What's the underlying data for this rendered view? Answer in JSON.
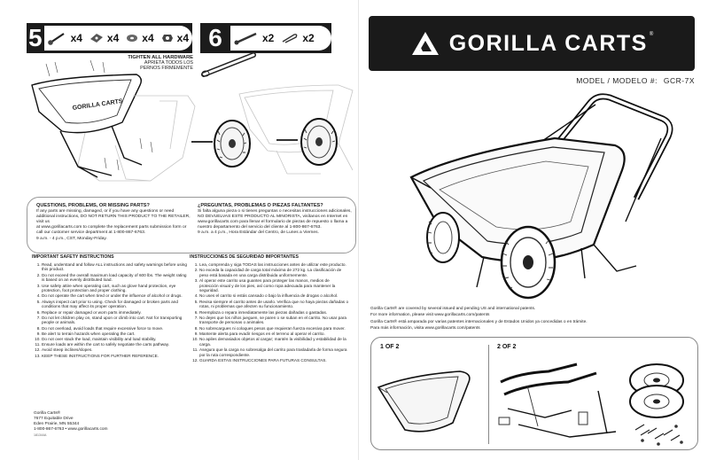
{
  "step5": {
    "number": "5",
    "hardware": [
      {
        "icon": "bolt-icon",
        "qty": "x4"
      },
      {
        "icon": "washer-square-icon",
        "qty": "x4"
      },
      {
        "icon": "washer-round-icon",
        "qty": "x4"
      },
      {
        "icon": "nut-icon",
        "qty": "x4"
      }
    ],
    "note_en": "TIGHTEN ALL HARDWARE",
    "note_es_1": "APRIETA TODOS LOS",
    "note_es_2": "PERNOS FIRMEMENTE",
    "logo_on_tub": "GORILLA CARTS"
  },
  "step6": {
    "number": "6",
    "hardware": [
      {
        "icon": "axle-pin-icon",
        "qty": "x2"
      },
      {
        "icon": "cotter-pin-icon",
        "qty": "x2"
      }
    ]
  },
  "questions_en": {
    "title": "QUESTIONS, PROBLEMS, OR MISSING PARTS?",
    "lines": [
      "If any parts are missing, damaged, or if you have any questions or need",
      "additional instructions, DO NOT RETURN THIS PRODUCT TO THE RETAILER, visit us",
      "at  www.gorillacarts.com to complete the replacement parts submission form or",
      "call our customer service department at 1-800-867-6763.",
      "9 a.m. - 4 p.m., CST, Monday-Friday."
    ]
  },
  "questions_es": {
    "title": "¿PREGUNTAS, PROBLEMAS O PIEZAS FALTANTES?",
    "lines": [
      "Si falta alguna pieza o si tienes preguntas o necesitas instrucciones adicionales,",
      "NO DEVUELVAS ESTE PRODUCTO AL MINORISTA, visítanos en Internet en",
      "www.gorillacarts.com para llenar el formulario de piezas de repuesto o llama a",
      "nuestro departamento del servicio del cliente al 1-800-867-6763.",
      "9 a.m. a 4 p.m., Hora Estándar del Centro, de Lunes a Viernes."
    ]
  },
  "safety_en": {
    "title": "IMPORTANT SAFETY INSTRUCTIONS",
    "items": [
      "Read, understand and follow ALL instructions and safety warnings before using this product.",
      "Do not exceed the overall  maximum load capacity of 600 lbs. The weight rating is based on an evenly distributed load.",
      "Use safety attire when operating cart, such as glove hand protection, eye protection, foot protection and proper clothing.",
      "Do not operate the cart when tired or under the influence of alcohol or drugs.",
      "Always inspect cart prior to using.  Check for damaged or broken parts and conditions that may affect its proper operation.",
      "Replace or repair damaged or worn parts immediately.",
      "Do not let children play on, stand upon or climb into cart.  Not for transporting people or animals.",
      "Do not overload, avoid loads that require excessive force to move.",
      "Be alert to terrain hazards when operating the cart.",
      "Do not over stack the load, maintain visibility and load stability.",
      "Ensure loads are within the cart to safely negotiate the carts pathway.",
      "Avoid steep inclines/slopes.",
      "KEEP THESE INSTRUCTIONS FOR FURTHER REFERENCE."
    ]
  },
  "safety_es": {
    "title": "INSTRUCCIONES DE SEGURIDAD IMPORTANTES",
    "items": [
      "Lea, comprenda y siga TODAS las instrucciones antes de utilizar este producto.",
      "No exceda la capacidad de carga total máxima de 272 kg. La clasificación de peso está basada en una carga distribuida uniformemente.",
      "Al operar este carrito usa guantes para proteger las manos, medios de protección visual y de los pies, así como ropa adecuada para mantener la seguridad.",
      "No uses el carrito si estás cansado o bajo la influencia de drogas o alcohol.",
      "Revisa siempre el carrito antes de usarlo. Verifica que no haya piezas dañadas o rotas, ni problemas que afecten su funcionamiento.",
      "Reemplaza o repara inmediatamente las piezas dañadas o gastadas.",
      "No dejes que los niños jueguen, se paren o se suban en el carrito. No usar para transporte de personas o animales.",
      "No sobrecargues ni coloques pesos que requieran fuerza excesiva para mover.",
      "Mantente alerta para evadir riesgos en el terreno al operar el carrito.",
      "No apiles demasiados objetos al cargar; mantén la visibilidad y estabilidad de la carga.",
      "Asegura que la carga no sobresalga del carrito para trasladarla de forma segura por la ruta correspondiente.",
      "GUARDA ESTAS INSTRUCCIONES PARA FUTURAS CONSULTAS."
    ]
  },
  "address": {
    "company": "Gorilla Carts®",
    "street": "7677 Equitable Drive",
    "city": "Eden Prairie, MN  55344",
    "contact": "1-800-867-6763 • www.gorillacarts.com",
    "code": "181344A"
  },
  "brand": {
    "name": "GORILLA CARTS",
    "tm": "®",
    "model_label": "MODEL / MODELO #:",
    "model_number": "GCR-7X"
  },
  "patent": {
    "en_1": "Gorilla Carts® are covered by several issued and pending US and international patents.",
    "en_2": "For more information, please visit www.gorillacarts.com/patents",
    "es_1": "Gorilla Carts® está amparada por varias patentes internacionales y de Estados Unidos ya concedidas o en trámite.",
    "es_2": "Para más información, visita www.gorillacarts.com/patents"
  },
  "parts": {
    "box1_label": "1 OF 2",
    "box2_label": "2 OF 2"
  }
}
